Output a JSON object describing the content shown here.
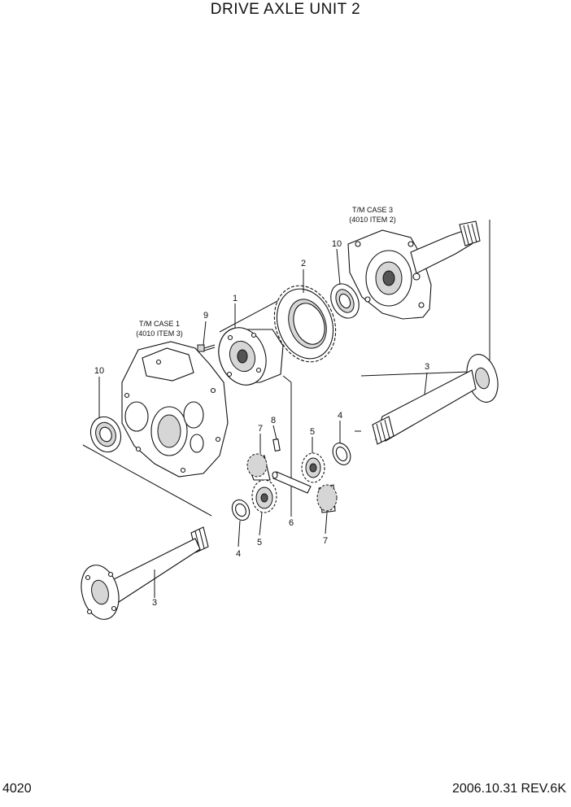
{
  "title": "DRIVE AXLE UNIT 2",
  "page_number": "4020",
  "revision": "2006.10.31 REV.6K",
  "notes": {
    "tm_case_3": [
      "T/M CASE 3",
      "(4010 ITEM 2)"
    ],
    "tm_case_1": [
      "T/M CASE 1",
      "(4010 ITEM 3)"
    ]
  },
  "callouts": {
    "c1": "1",
    "c2": "2",
    "c3_right": "3",
    "c3_left": "3",
    "c4_right": "4",
    "c4_left": "4",
    "c5_right": "5",
    "c5_left": "5",
    "c6": "6",
    "c7_left": "7",
    "c7_right": "7",
    "c8": "8",
    "c9": "9",
    "c10_right": "10",
    "c10_left": "10"
  }
}
